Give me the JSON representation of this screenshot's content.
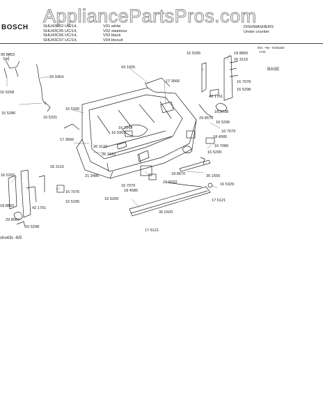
{
  "watermark": "AppliancePartsPros.com",
  "brand": "BOSCH",
  "models": [
    "SHU43C02 UC/14,",
    "SHU43C05 UC/14,",
    "SHU43C06 UC/14,",
    "SHU43C07 UC/14,"
  ],
  "variants": [
    "V01 white",
    "V02 stainless",
    "V03 black",
    "V04 biscuit"
  ],
  "category": "DISHWASHERS",
  "subcategory": "Under counter",
  "page_note": "Mor. ~Ne - Kimbarde",
  "page_year": "1740",
  "section": "BASE",
  "footer_code": "shu43c  -6/5",
  "kit_label": "Set",
  "part_numbers": {
    "p1": "06 8453",
    "p2": "29 9364",
    "p3": "16 5258",
    "p4": "16 5286",
    "p5": "16 5331",
    "p6": "16 5330",
    "p7": "43 1925",
    "p8": "17 3666",
    "p9": "16 7243",
    "p10": "16 5301",
    "p11": "17 3666",
    "p12": "26 3122",
    "p13": "26 3122",
    "p14": "21 3486",
    "p15": "16 5292",
    "p16": "26 3115",
    "p17": "16 7076",
    "p18": "16 5296",
    "p19": "42 1761",
    "p20": "18 8850",
    "p21": "29 8567",
    "p22": "16 5298",
    "p23": "16 7079",
    "p24": "18 4585",
    "p25": "18 8670",
    "p26": "18 8933",
    "p27": "36 1556",
    "p28": "16 5329",
    "p29": "16 5299",
    "p30": "35 0320",
    "p31": "17 6121",
    "p32": "17 6121",
    "p33": "16 5295",
    "p34": "18 8850",
    "p35": "26 3119",
    "p36": "16 7078",
    "p37": "16 5298",
    "p38": "42 1761",
    "p39": "29 8570",
    "p40": "16 5296",
    "p41": "16 5298",
    "p42": "16 7079",
    "p43": "18 4585",
    "p44": "16 7080",
    "p45": "16 5299"
  }
}
